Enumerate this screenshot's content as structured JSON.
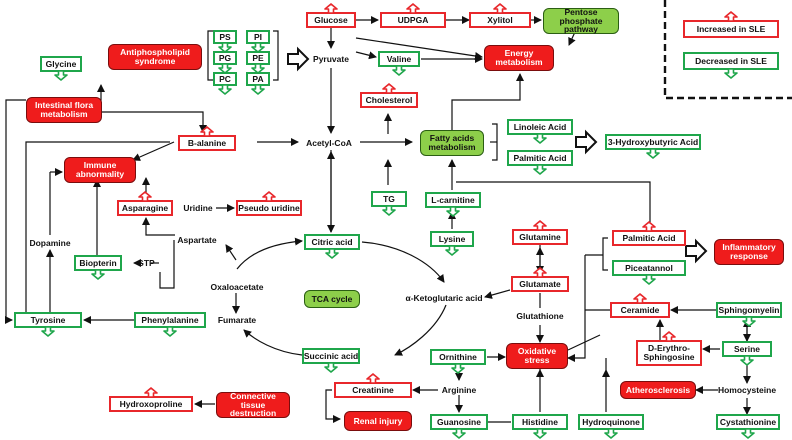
{
  "legend": {
    "increased_label": "Increased in SLE",
    "decreased_label": "Decreased in SLE",
    "colors": {
      "increased": "#e8272b",
      "decreased": "#1fa64b",
      "red_fill": "#ef1c1c",
      "green_fill": "#8dcf4a"
    }
  },
  "nodes": {
    "glucose": "Glucose",
    "udpga": "UDPGA",
    "xylitol": "Xylitol",
    "pentose": "Pentose phosphate pathway",
    "energy": "Energy metabolism",
    "glycine": "Glycine",
    "antiphos": "Antiphospholipid syndrome",
    "ps": "PS",
    "pi": "PI",
    "pg": "PG",
    "pe": "PE",
    "pc": "PC",
    "pa": "PA",
    "pyruvate": "Pyruvate",
    "valine": "Valine",
    "cholesterol": "Cholesterol",
    "intestinal": "Intestinal flora metabolism",
    "balanine": "B-alanine",
    "acetyl": "Acetyl-CoA",
    "fatty": "Fatty acids metabolism",
    "linoleic": "Linoleic Acid",
    "palmitic1": "Palmitic Acid",
    "hydroxybutyric": "3-Hydroxybutyric Acid",
    "immune": "Immune abnormality",
    "asparagine": "Asparagine",
    "uridine": "Uridine",
    "pseudo": "Pseudo uridine",
    "tg": "TG",
    "lcarnitine": "L-carnitine",
    "dopamine": "Dopamine",
    "aspartate": "Aspartate",
    "citric": "Citric acid",
    "lysine": "Lysine",
    "glutamine": "Glutamine",
    "palmitic2": "Palmitic Acid",
    "inflammatory": "Inflammatory response",
    "biopterin": "Biopterin",
    "gtp": "GTP",
    "piceatannol": "Piceatannol",
    "oxaloacetate": "Oxaloacetate",
    "glutamate": "Glutamate",
    "tca": "TCA cycle",
    "ketoglutaric": "α-Ketoglutaric acid",
    "tyrosine": "Tyrosine",
    "phenylalanine": "Phenylalanine",
    "fumarate": "Fumarate",
    "glutathione": "Glutathione",
    "ceramide": "Ceramide",
    "sphingomyelin": "Sphingomyelin",
    "derythro": "D-Erythro-Sphingosine",
    "serine": "Serine",
    "succinic": "Succinic acid",
    "ornithine": "Ornithine",
    "oxidative": "Oxidative stress",
    "atherosclerosis": "Atherosclerosis",
    "homocysteine": "Homocysteine",
    "creatinine": "Creatinine",
    "arginine": "Arginine",
    "hydroxoproline": "Hydroxoproline",
    "connective": "Connective tissue destruction",
    "renal": "Renal injury",
    "guanosine": "Guanosine",
    "histidine": "Histidine",
    "hydroquinone": "Hydroquinone",
    "cystathionine": "Cystathionine"
  }
}
